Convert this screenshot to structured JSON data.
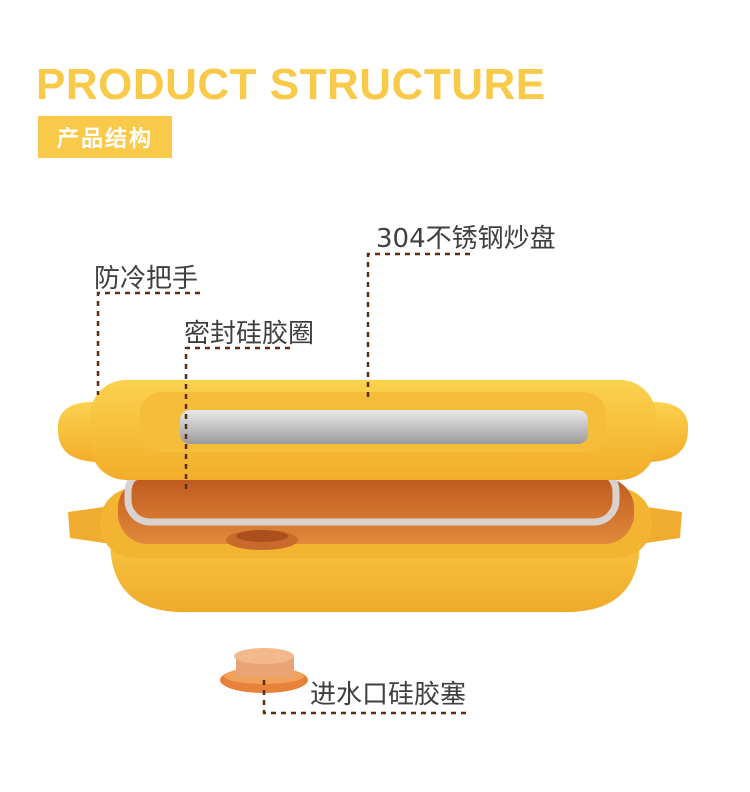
{
  "header": {
    "title": "PRODUCT STRUCTURE",
    "subtitle": "产品结构"
  },
  "colors": {
    "accent": "#f9c949",
    "tray_outer": "#f4b52f",
    "tray_inner": "#d9752c",
    "leader_line": "#5a2e0e",
    "steel": "#c8c8c8",
    "plug": "#e8823a"
  },
  "labels": {
    "steel_tray": "304不锈钢炒盘",
    "handle": "防冷把手",
    "seal_ring": "密封硅胶圈",
    "inlet_plug": "进水口硅胶塞"
  }
}
